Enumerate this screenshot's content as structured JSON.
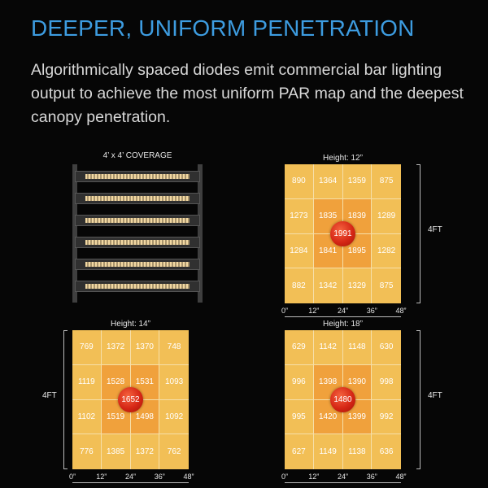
{
  "heading": "DEEPER, UNIFORM PENETRATION",
  "description": "Algorithmically spaced diodes emit commercial bar lighting output to achieve the most uniform PAR map and the deepest canopy penetration.",
  "coverage_label": "4’ x 4’ COVERAGE",
  "dimension_label": "4FT",
  "tick_labels": [
    "0”",
    "12”",
    "24”",
    "36”",
    "48”"
  ],
  "colors": {
    "heading": "#3d9ce0",
    "cell": "#f2bf56",
    "center_cell": "#f0a13c",
    "peak": "#d62716",
    "background": "#060606"
  },
  "maps": [
    {
      "height_label": "Height: 12”",
      "peak": "1991",
      "rows": [
        [
          "890",
          "1364",
          "1359",
          "875"
        ],
        [
          "1273",
          "1835",
          "1839",
          "1289"
        ],
        [
          "1284",
          "1841",
          "1895",
          "1282"
        ],
        [
          "882",
          "1342",
          "1329",
          "875"
        ]
      ]
    },
    {
      "height_label": "Height: 14”",
      "peak": "1652",
      "rows": [
        [
          "769",
          "1372",
          "1370",
          "748"
        ],
        [
          "1119",
          "1528",
          "1531",
          "1093"
        ],
        [
          "1102",
          "1519",
          "1498",
          "1092"
        ],
        [
          "776",
          "1385",
          "1372",
          "762"
        ]
      ]
    },
    {
      "height_label": "Height: 18”",
      "peak": "1480",
      "rows": [
        [
          "629",
          "1142",
          "1148",
          "630"
        ],
        [
          "996",
          "1398",
          "1390",
          "998"
        ],
        [
          "995",
          "1420",
          "1399",
          "992"
        ],
        [
          "627",
          "1149",
          "1138",
          "636"
        ]
      ]
    }
  ]
}
